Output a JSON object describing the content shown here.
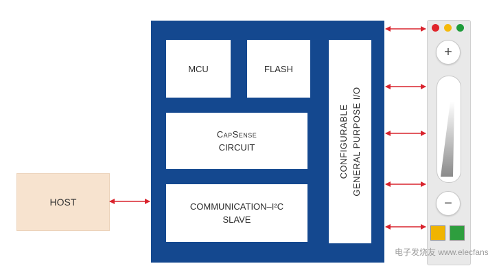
{
  "diagram": {
    "host_label": "HOST",
    "mcu_label": "MCU",
    "flash_label": "FLASH",
    "capsense_line1": "CapSense",
    "capsense_line2": "CIRCUIT",
    "comm_line1": "COMMUNICATION–I²C",
    "comm_line2": "SLAVE",
    "gpio_line1": "CONFIGURABLE",
    "gpio_line2": "GENERAL PURPOSE I/O"
  },
  "device": {
    "plus_label": "+",
    "minus_label": "−",
    "led_colors": [
      "#e0252b",
      "#f5b90a",
      "#1e9b3a"
    ],
    "square_colors": [
      "#f0b400",
      "#2e9e3e"
    ],
    "slider_level": 0.8
  },
  "colors": {
    "chip_blue": "#14488f",
    "arrow_red": "#d9232d",
    "host_fill": "#f7e3cf"
  },
  "watermark": {
    "text": "电子发烧友 www.elecfans.com"
  }
}
